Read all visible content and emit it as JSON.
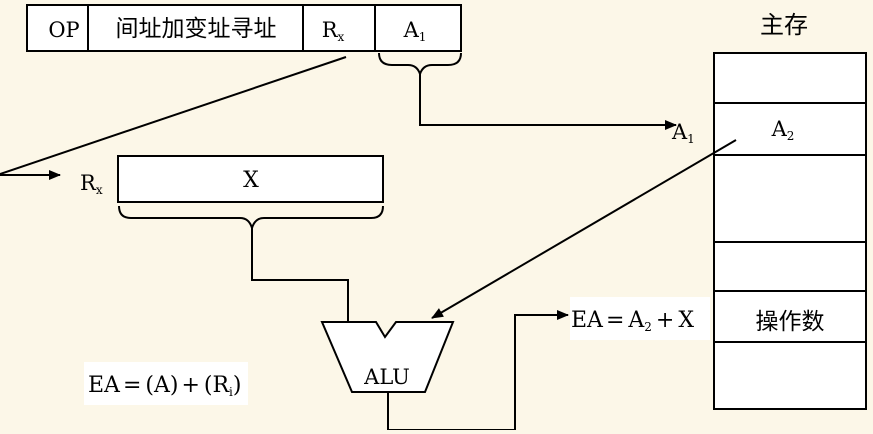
{
  "instruction": {
    "op": "OP",
    "mode": "间址加变址寻址",
    "rx": "R",
    "rx_sub": "x",
    "a1": "A",
    "a1_sub": "1"
  },
  "register": {
    "label": "R",
    "label_sub": "x",
    "content": "X"
  },
  "memory": {
    "title": "主存",
    "addr_label": "A",
    "addr_sub": "1",
    "cell_a2": "A",
    "cell_a2_sub": "2",
    "operand": "操作数"
  },
  "alu": {
    "label": "ALU"
  },
  "formula_result": {
    "ea": "EA",
    "eq": "=",
    "a": "A",
    "a_sub": "2",
    "plus": "+",
    "x": "X"
  },
  "formula_general": {
    "ea": "EA",
    "eq": "=",
    "a_term": "(A)",
    "plus": "+",
    "r": "(R",
    "r_sub": "i",
    "close": ")"
  },
  "colors": {
    "background": "#fcf7e8",
    "box_fill": "#ffffff",
    "stroke": "#000000"
  }
}
